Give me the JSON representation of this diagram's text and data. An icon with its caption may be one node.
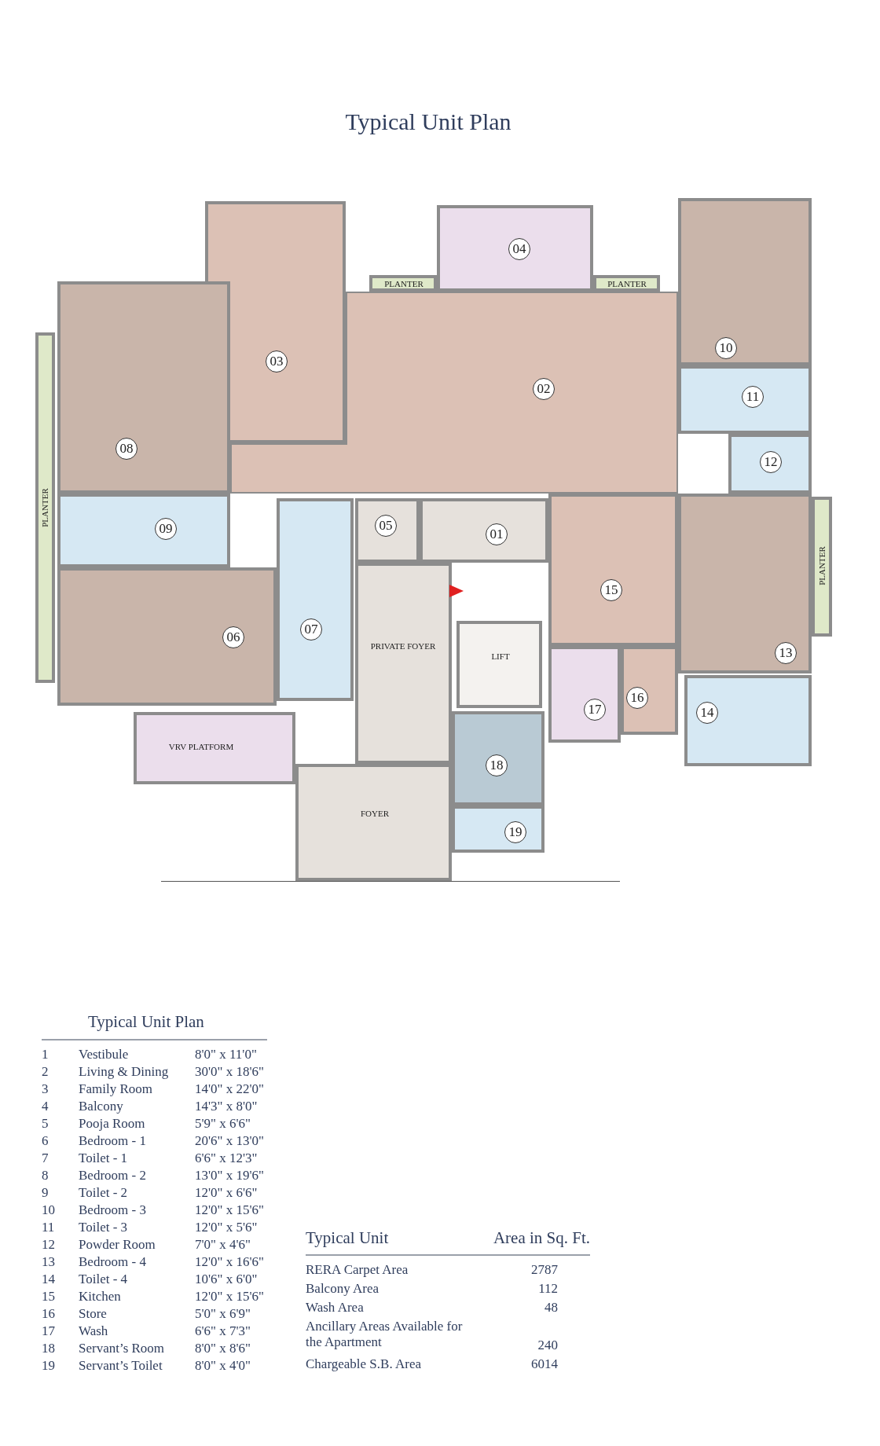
{
  "diagram": {
    "title": "Typical Unit Plan",
    "nodes": [
      {
        "text": [
          "03"
        ]
      },
      {
        "text": [
          "04"
        ]
      },
      {
        "text": [
          "PLANTER"
        ]
      },
      {
        "text": [
          "PLANTER"
        ]
      },
      {
        "text": [
          "10"
        ]
      },
      {
        "text": [
          "08"
        ]
      },
      {
        "text": [
          "02"
        ]
      },
      {
        "text": [
          "11"
        ]
      },
      {
        "text": [
          "12"
        ]
      },
      {
        "text": [
          "PLANTER"
        ]
      },
      {
        "text": [
          "09"
        ]
      },
      {
        "text": [
          "05"
        ]
      },
      {
        "text": [
          "01"
        ]
      },
      {
        "text": [
          "15"
        ]
      },
      {
        "text": [
          "13"
        ]
      },
      {
        "text": [
          "PLANTER"
        ]
      },
      {
        "text": [
          "07"
        ]
      },
      {
        "text": [
          "06"
        ]
      },
      {
        "text": [
          "PRIVATE FOYER"
        ]
      },
      {
        "text": [
          "LIFT"
        ]
      },
      {
        "text": [
          "16"
        ]
      },
      {
        "text": [
          "17"
        ]
      },
      {
        "text": [
          "14"
        ]
      },
      {
        "text": [
          "VRV PLATFORM"
        ]
      },
      {
        "text": [
          "18"
        ]
      },
      {
        "text": [
          "FOYER"
        ]
      },
      {
        "text": [
          "19"
        ]
      }
    ],
    "labels": [
      "Typical Unit Plan",
      "1",
      "Vestibule",
      "8'0\" x 11'0\"",
      "2",
      "Living & Dining",
      "30'0\" x 18'6\"",
      "3",
      "Family Room",
      "14'0\" x 22'0\"",
      "4",
      "Balcony",
      "14'3\" x 8'0\"",
      "5",
      "Pooja Room",
      "5'9\" x 6'6\"",
      "6",
      "Bedroom - 1",
      "20'6\" x 13'0\"",
      "7",
      "Toilet - 1",
      "6'6\" x 12'3\"",
      "8",
      "Bedroom - 2",
      "13'0\" x 19'6\"",
      "9",
      "Toilet - 2",
      "12'0\" x 6'6\"",
      "10",
      "Bedroom - 3",
      "12'0\" x 15'6\"",
      "11",
      "Toilet - 3",
      "12'0\" x 5'6\"",
      "12",
      "Powder Room",
      "7'0\" x 4'6\"",
      "13",
      "Bedroom - 4",
      "12'0\" x 16'6\"",
      "14",
      "Toilet - 4",
      "10'6\" x 6'0\"",
      "15",
      "Kitchen",
      "12'0\" x 15'6\"",
      "16",
      "Store",
      "5'0\" x 6'9\"",
      "17",
      "Wash",
      "6'6\" x 7'3\"",
      "18",
      "Servant’s Room",
      "8'0\" x 8'6\"",
      "19",
      "Servant’s Toilet",
      "8'0\" x 4'0\"",
      "Typical Unit",
      "Area in Sq. Ft.",
      "RERA Carpet Area",
      "2787",
      "Balcony Area",
      "112",
      "Wash Area",
      "48",
      "Ancillary Areas Available for the Apartment",
      "240",
      "Chargeable S.B. Area",
      "6014"
    ]
  }
}
